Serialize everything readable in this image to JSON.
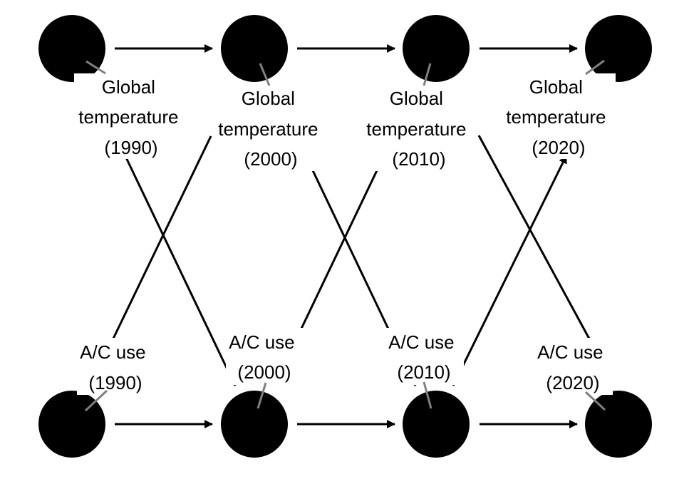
{
  "colors": {
    "background": "#ffffff",
    "node": "#000000",
    "edge": "#000000",
    "leader": "#808080",
    "text": "#000000"
  },
  "nodes": {
    "temp_1990": {
      "line1": "Global",
      "line2": "temperature",
      "line3": "(1990)"
    },
    "temp_2000": {
      "line1": "Global",
      "line2": "temperature",
      "line3": "(2000)"
    },
    "temp_2010": {
      "line1": "Global",
      "line2": "temperature",
      "line3": "(2010)"
    },
    "temp_2020": {
      "line1": "Global",
      "line2": "temperature",
      "line3": "(2020)"
    },
    "ac_1990": {
      "line1": "A/C use",
      "line2": "(1990)"
    },
    "ac_2000": {
      "line1": "A/C use",
      "line2": "(2000)"
    },
    "ac_2010": {
      "line1": "A/C use",
      "line2": "(2010)"
    },
    "ac_2020": {
      "line1": "A/C use",
      "line2": "(2020)"
    }
  }
}
